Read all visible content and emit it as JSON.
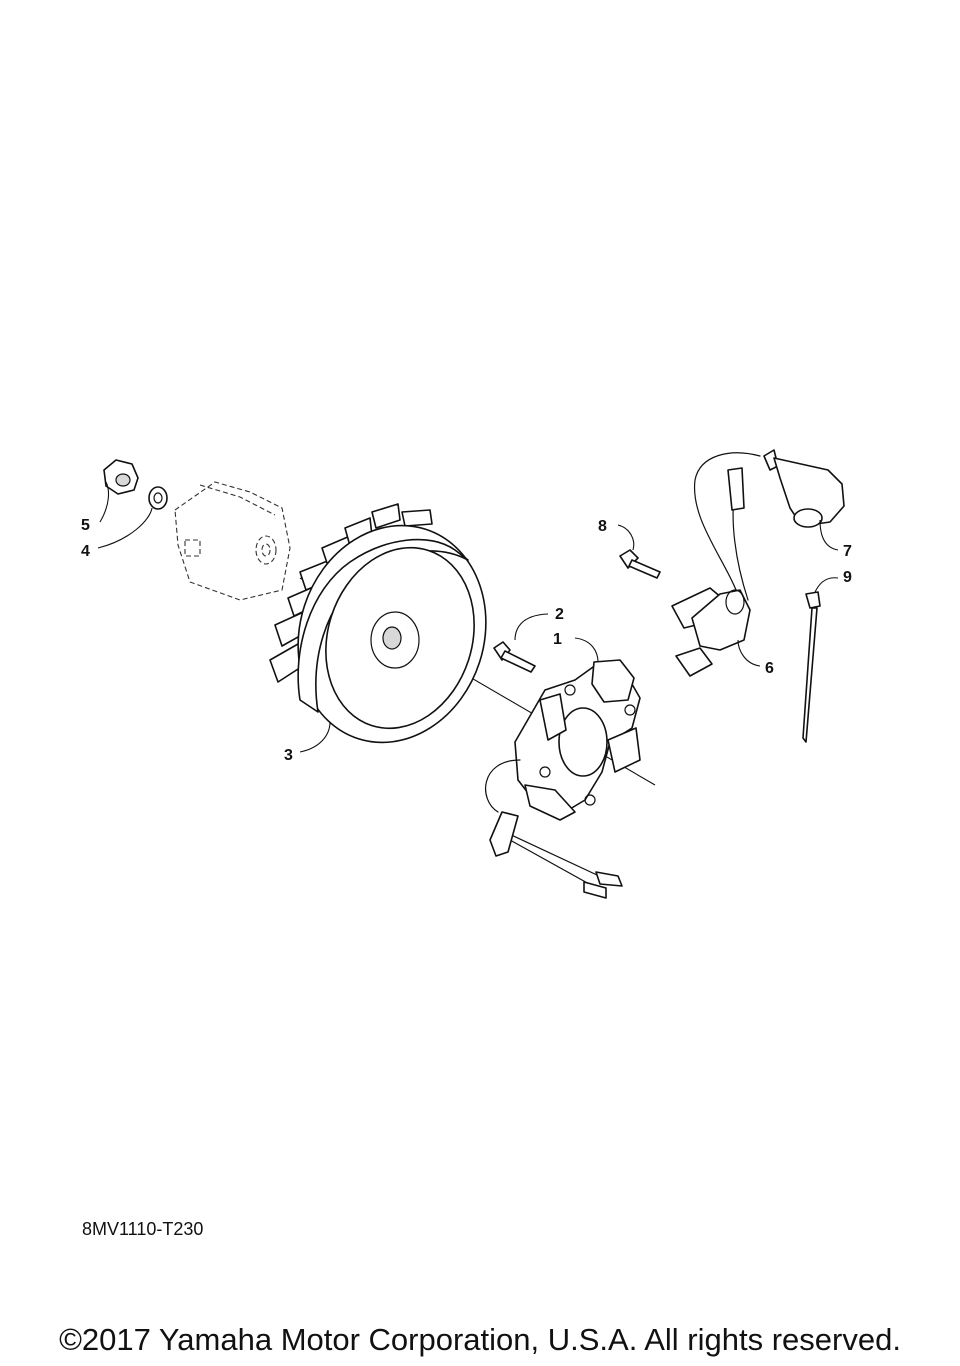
{
  "diagram": {
    "code": "8MV1110-T230",
    "copyright": "©2017 Yamaha Motor Corporation, U.S.A. All rights reserved.",
    "callouts": [
      {
        "id": "1",
        "label": "1"
      },
      {
        "id": "2",
        "label": "2"
      },
      {
        "id": "3",
        "label": "3"
      },
      {
        "id": "4",
        "label": "4"
      },
      {
        "id": "5",
        "label": "5"
      },
      {
        "id": "6",
        "label": "6"
      },
      {
        "id": "7",
        "label": "7"
      },
      {
        "id": "8",
        "label": "8"
      },
      {
        "id": "9",
        "label": "9"
      }
    ]
  }
}
